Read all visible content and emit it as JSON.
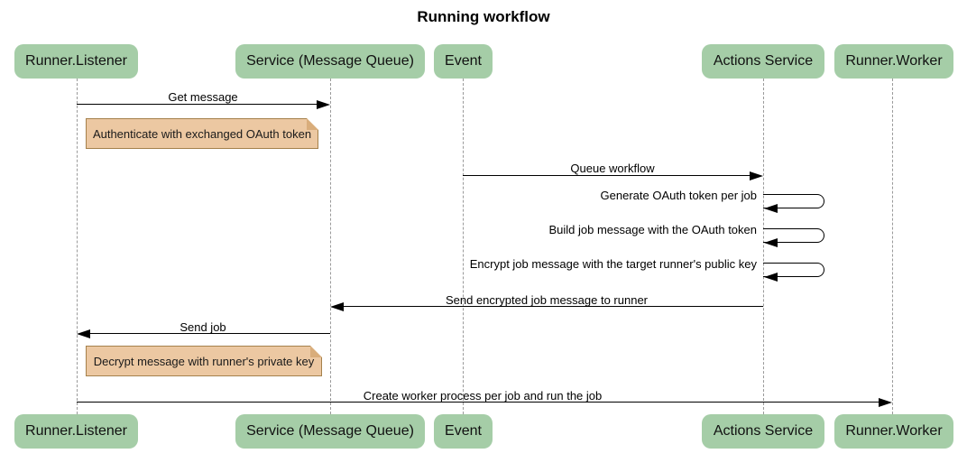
{
  "title": "Running workflow",
  "participants": [
    {
      "label": "Runner.Listener"
    },
    {
      "label": "Service (Message Queue)"
    },
    {
      "label": "Event"
    },
    {
      "label": "Actions Service"
    },
    {
      "label": "Runner.Worker"
    }
  ],
  "messages": [
    {
      "text": "Get message",
      "from": "Runner.Listener",
      "to": "Service (Message Queue)",
      "kind": "solid-arrow"
    },
    {
      "text": "Queue workflow",
      "from": "Event",
      "to": "Actions Service",
      "kind": "solid-arrow"
    },
    {
      "text": "Generate OAuth token per job",
      "from": "Actions Service",
      "to": "Actions Service",
      "kind": "self-loop"
    },
    {
      "text": "Build job message with the OAuth token",
      "from": "Actions Service",
      "to": "Actions Service",
      "kind": "self-loop"
    },
    {
      "text": "Encrypt job message with the target runner's public key",
      "from": "Actions Service",
      "to": "Actions Service",
      "kind": "self-loop"
    },
    {
      "text": "Send encrypted job message to runner",
      "from": "Actions Service",
      "to": "Service (Message Queue)",
      "kind": "solid-arrow"
    },
    {
      "text": "Send job",
      "from": "Service (Message Queue)",
      "to": "Runner.Listener",
      "kind": "solid-arrow"
    },
    {
      "text": "Create worker process per job and run the job",
      "from": "Runner.Listener",
      "to": "Runner.Worker",
      "kind": "solid-arrow"
    }
  ],
  "notes": [
    {
      "text": "Authenticate with exchanged OAuth token",
      "position": "right of Runner.Listener"
    },
    {
      "text": "Decrypt message with runner's private key",
      "position": "right of Runner.Listener"
    }
  ],
  "colors": {
    "participant_fill": "#a5cda7",
    "note_fill": "#ecc8a2",
    "note_border": "#a5814c",
    "lifeline": "#9a9a9a",
    "message_line": "#000000",
    "background": "#ffffff"
  }
}
